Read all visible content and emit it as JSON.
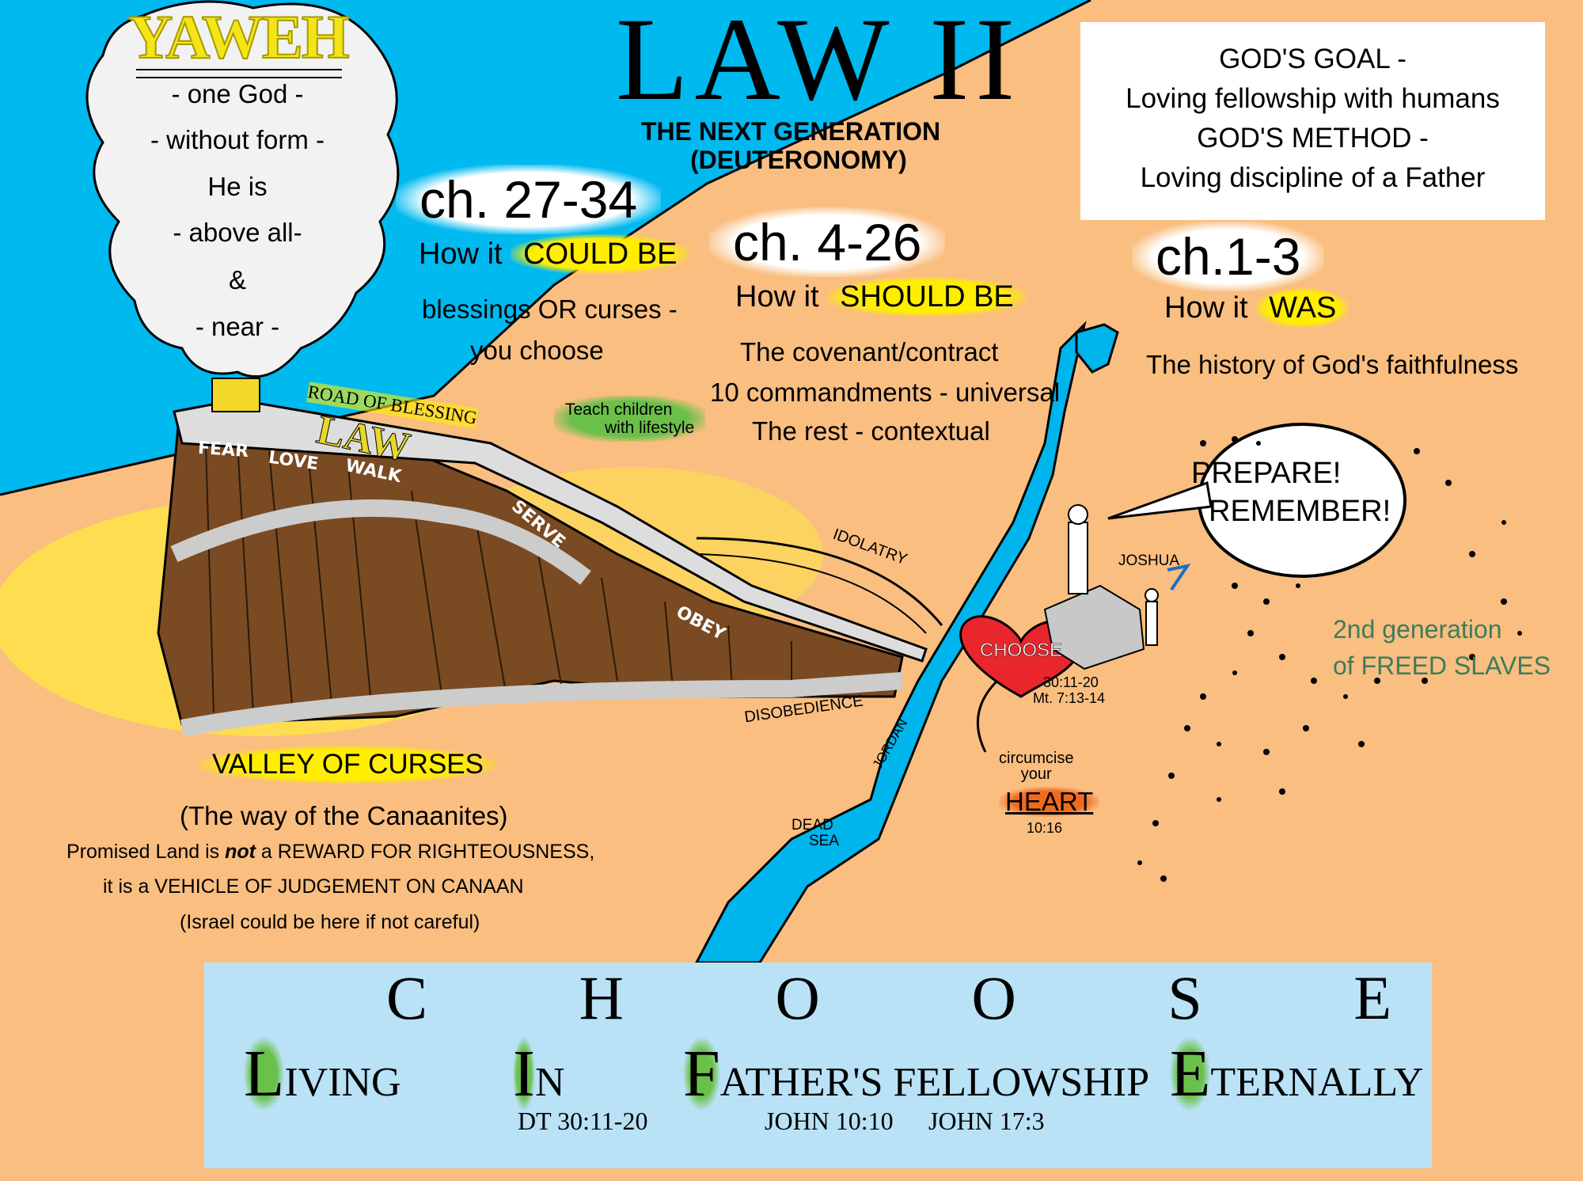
{
  "title": "LAW II",
  "subtitle": [
    "THE NEXT GENERATION",
    "(DEUTERONOMY)"
  ],
  "cloud": {
    "name": "YAWEH",
    "lines": [
      "- one God -",
      "- without form -",
      "He is",
      "- above all-",
      "&",
      "- near -"
    ]
  },
  "goal_box": [
    "GOD'S GOAL -",
    "Loving fellowship with humans",
    "GOD'S METHOD -",
    "Loving discipline of a Father"
  ],
  "sections": [
    {
      "chapter": "ch. 27-34",
      "how_prefix": "How it",
      "how_highlight": "COULD BE",
      "lines": [
        "blessings OR curses -",
        "you choose"
      ]
    },
    {
      "chapter": "ch. 4-26",
      "how_prefix": "How it",
      "how_highlight": "SHOULD BE",
      "lines": [
        "The covenant/contract",
        "10 commandments - universal",
        "The rest - contextual"
      ]
    },
    {
      "chapter": "ch.1-3",
      "how_prefix": "How it",
      "how_highlight": "WAS",
      "lines": [
        "The history of God's faithfulness"
      ]
    }
  ],
  "illustration": {
    "road": "ROAD OF BLESSING",
    "law": "LAW",
    "teach": [
      "Teach children",
      "with lifestyle"
    ],
    "steps": [
      "FEAR",
      "LOVE",
      "WALK",
      "SERVE",
      "OBEY"
    ],
    "idolatry": "IDOLATRY",
    "disobedience": "DISOBEDIENCE",
    "jordan": "JORDAN",
    "dead_sea": [
      "DEAD",
      "SEA"
    ],
    "heart": "CHOOSE",
    "heart_refs": [
      "30:11-20",
      "Mt. 7:13-14"
    ],
    "circumcise": [
      "circumcise",
      "your"
    ],
    "heart_word": "HEART",
    "heart_ref": "10:16",
    "joshua": "JOSHUA",
    "speech": [
      "PREPARE!",
      "REMEMBER!"
    ],
    "generation": [
      "2nd generation",
      "of FREED SLAVES"
    ]
  },
  "valley": {
    "title": "VALLEY OF CURSES",
    "sub": "(The way of the Canaanites)",
    "note1_a": "Promised Land is ",
    "note1_em": "not",
    "note1_b": " a REWARD FOR RIGHTEOUSNESS,",
    "note2": "it is a VEHICLE OF JUDGEMENT ON CANAAN",
    "note3": "(Israel could be here if not careful)"
  },
  "choose": {
    "letters": [
      "C",
      "H",
      "O",
      "O",
      "S",
      "E"
    ],
    "words": [
      {
        "initial": "L",
        "rest": "IVING"
      },
      {
        "initial": "I",
        "rest": "N"
      },
      {
        "initial": "F",
        "rest": "ATHER'S FELLOWSHIP"
      },
      {
        "initial": "E",
        "rest": "TERNALLY"
      }
    ],
    "refs": [
      "DT 30:11-20",
      "JOHN 10:10",
      "JOHN 17:3"
    ]
  },
  "colors": {
    "sky": "#00b9ef",
    "land": "#f9be80",
    "highlight": "#ffee00",
    "green_text": "#3c7d5c",
    "panel": "#b9e2f7"
  }
}
